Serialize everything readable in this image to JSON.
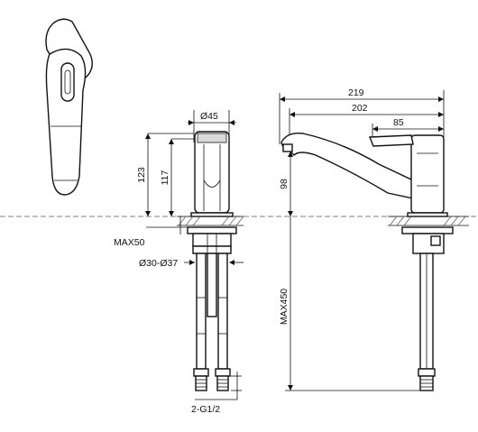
{
  "dimensions": {
    "diameter_top": "Ø45",
    "height_123": "123",
    "height_117": "117",
    "max50": "MAX50",
    "hole_range": "Ø30-Ø37",
    "thread": "2-G1/2",
    "length_219": "219",
    "length_202": "202",
    "length_85": "85",
    "height_98": "98",
    "max450": "MAX450"
  },
  "colors": {
    "line": "#111111",
    "fill_light": "#d9d9d9",
    "background": "#ffffff"
  }
}
